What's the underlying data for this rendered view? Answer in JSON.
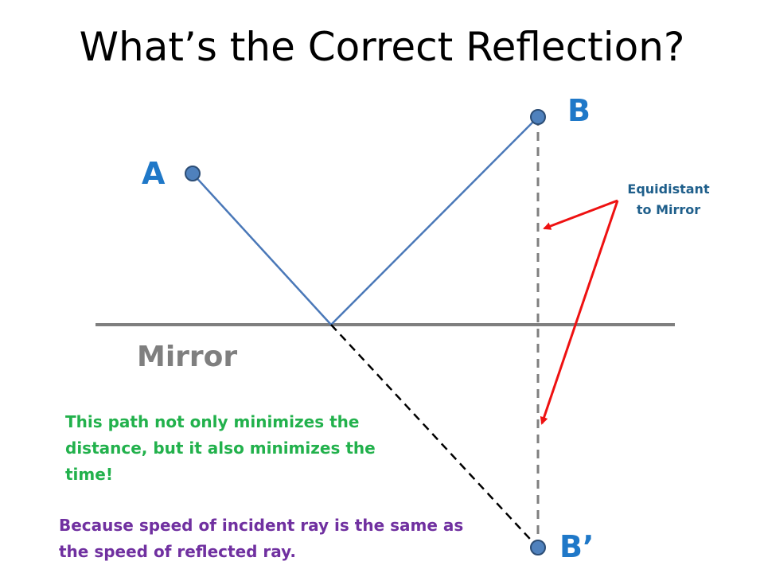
{
  "slide": {
    "title": "What’s the Correct Reflection?",
    "labels": {
      "point_a": "A",
      "point_b": "B",
      "point_b_prime": "B’",
      "mirror": "Mirror"
    },
    "notes": {
      "equidistant_line1": "Equidistant",
      "equidistant_line2": "to Mirror",
      "minimizes": "This path not only minimizes the distance, but it also minimizes the time!",
      "speed": "Because speed of incident ray is the same as the speed of reflected ray."
    }
  },
  "colors": {
    "ray": "#4a78b8",
    "point_fill": "#4f81bd",
    "point_stroke": "#2c4d75",
    "mirror": "#7f7f7f",
    "arrow": "#ee1111",
    "label_blue": "#1f78c8",
    "green_text": "#22b14c",
    "purple_text": "#7030a0"
  }
}
